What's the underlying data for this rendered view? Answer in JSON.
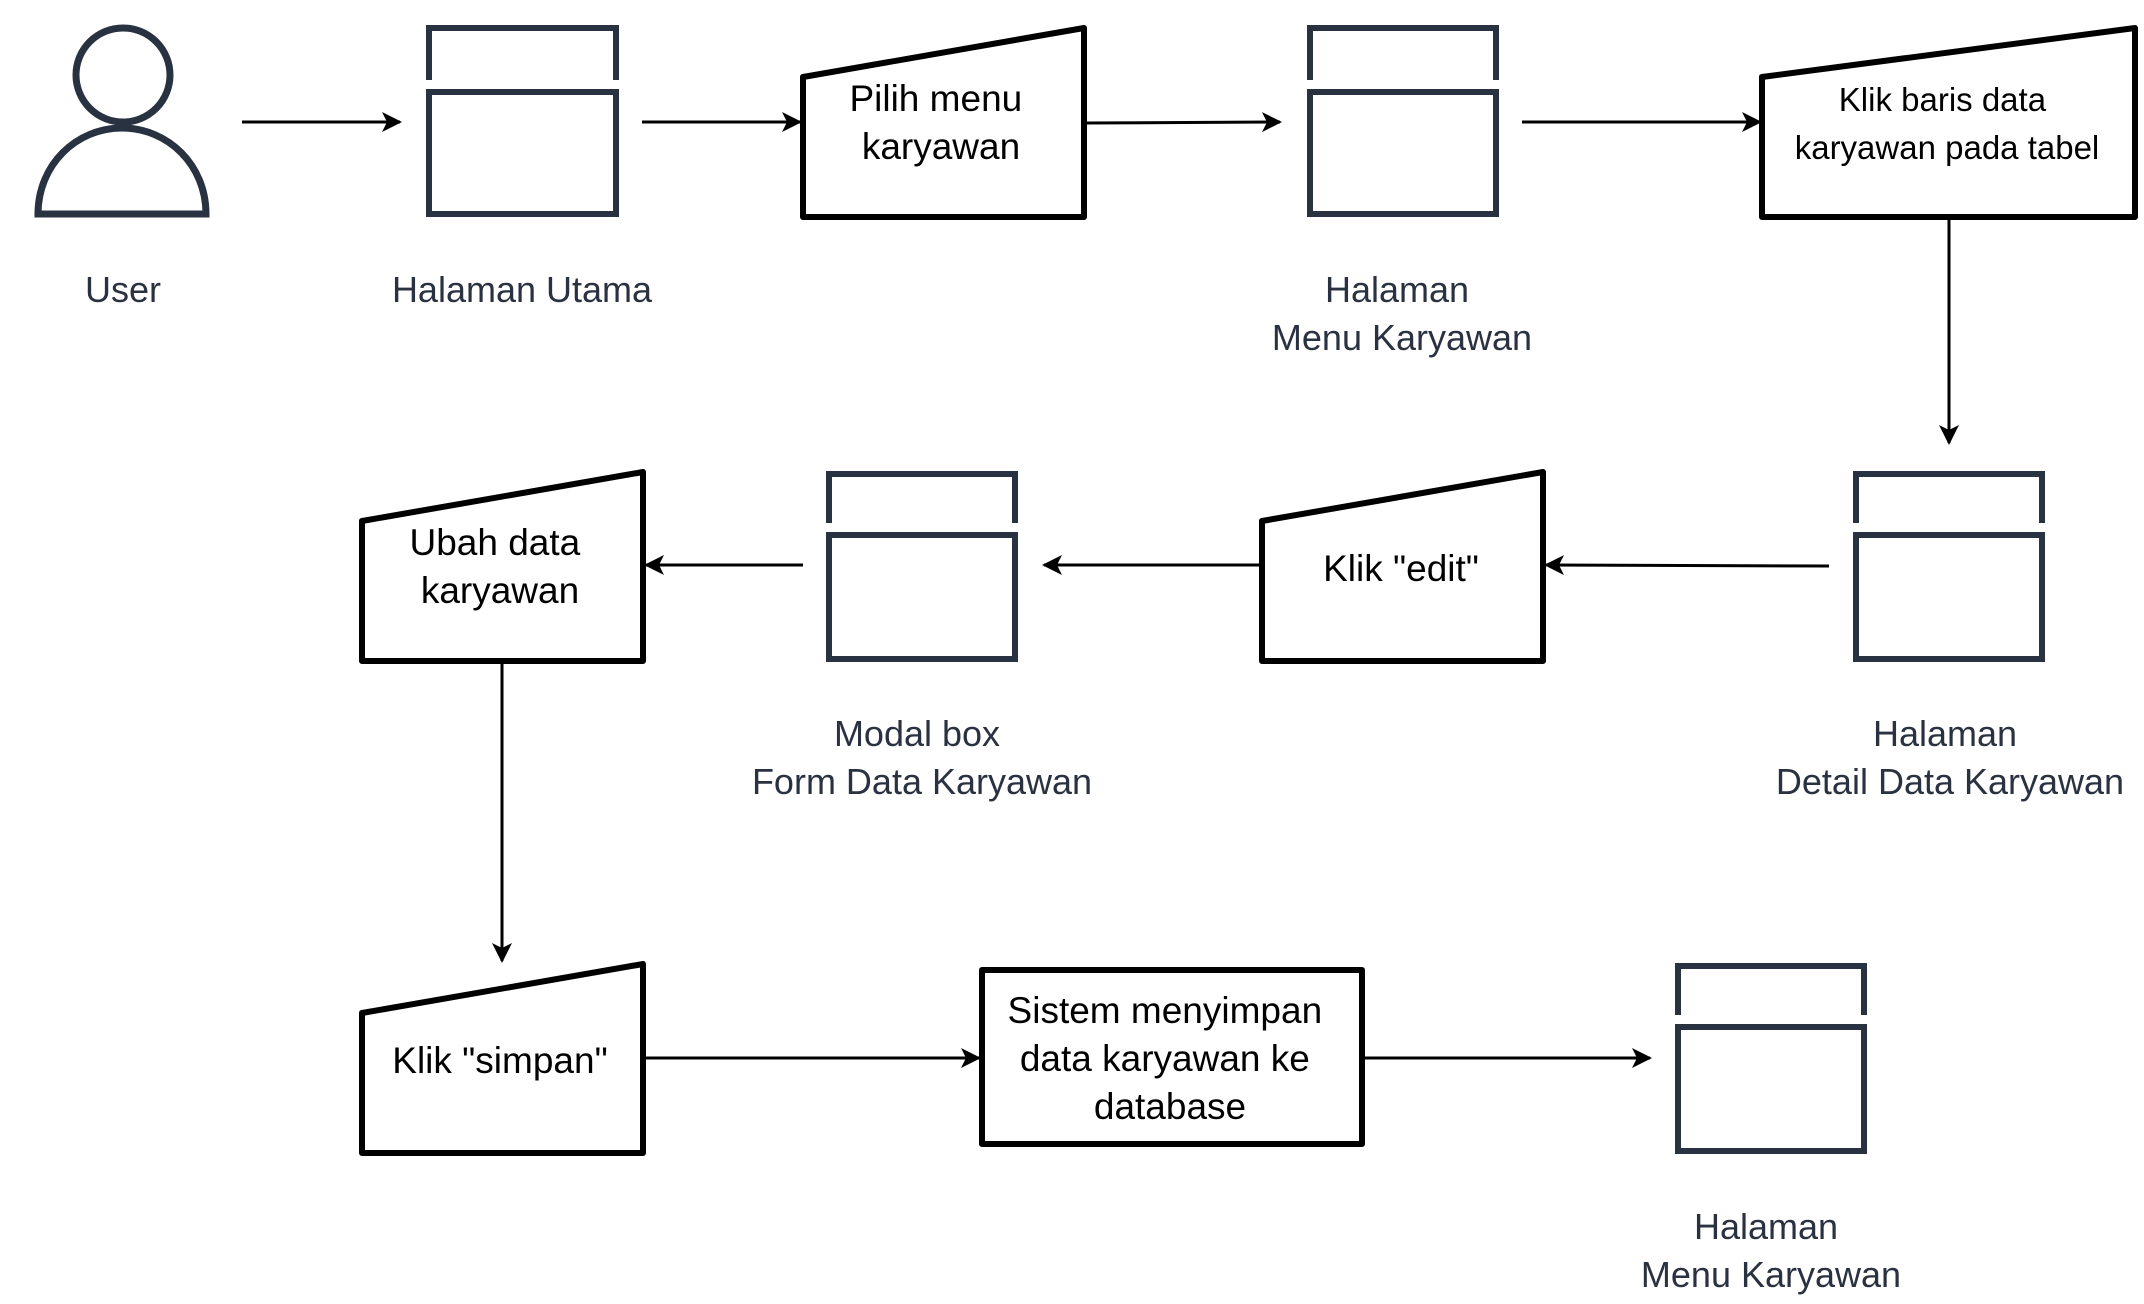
{
  "diagram": {
    "actor": {
      "label": "User"
    },
    "pages": [
      {
        "id": "halaman-utama",
        "lines": [
          "Halaman Utama"
        ]
      },
      {
        "id": "halaman-menu-karyawan",
        "lines": [
          "Halaman",
          "Menu Karyawan"
        ]
      },
      {
        "id": "halaman-detail-data-karyawan",
        "lines": [
          "Halaman",
          "Detail Data Karyawan"
        ]
      },
      {
        "id": "modal-box-form-data-karyawan",
        "lines": [
          "Modal box",
          "Form Data Karyawan"
        ]
      },
      {
        "id": "halaman-menu-karyawan-final",
        "lines": [
          "Halaman",
          "Menu Karyawan"
        ]
      }
    ],
    "manual_inputs": [
      {
        "id": "pilih-menu-karyawan",
        "lines": [
          "Pilih menu",
          "karyawan"
        ]
      },
      {
        "id": "klik-baris-data",
        "lines": [
          "Klik baris data",
          "karyawan pada tabel"
        ]
      },
      {
        "id": "klik-edit",
        "lines": [
          "Klik \"edit\""
        ]
      },
      {
        "id": "ubah-data-karyawan",
        "lines": [
          "Ubah data",
          "karyawan"
        ]
      },
      {
        "id": "klik-simpan",
        "lines": [
          "Klik \"simpan\""
        ]
      }
    ],
    "processes": [
      {
        "id": "sistem-menyimpan",
        "lines": [
          "Sistem menyimpan",
          "data karyawan ke",
          "database"
        ]
      }
    ],
    "flow": [
      [
        "user",
        "halaman-utama"
      ],
      [
        "halaman-utama",
        "pilih-menu-karyawan"
      ],
      [
        "pilih-menu-karyawan",
        "halaman-menu-karyawan"
      ],
      [
        "halaman-menu-karyawan",
        "klik-baris-data"
      ],
      [
        "klik-baris-data",
        "halaman-detail-data-karyawan"
      ],
      [
        "halaman-detail-data-karyawan",
        "klik-edit"
      ],
      [
        "klik-edit",
        "modal-box-form-data-karyawan"
      ],
      [
        "modal-box-form-data-karyawan",
        "ubah-data-karyawan"
      ],
      [
        "ubah-data-karyawan",
        "klik-simpan"
      ],
      [
        "klik-simpan",
        "sistem-menyimpan"
      ],
      [
        "sistem-menyimpan",
        "halaman-menu-karyawan-final"
      ]
    ]
  }
}
